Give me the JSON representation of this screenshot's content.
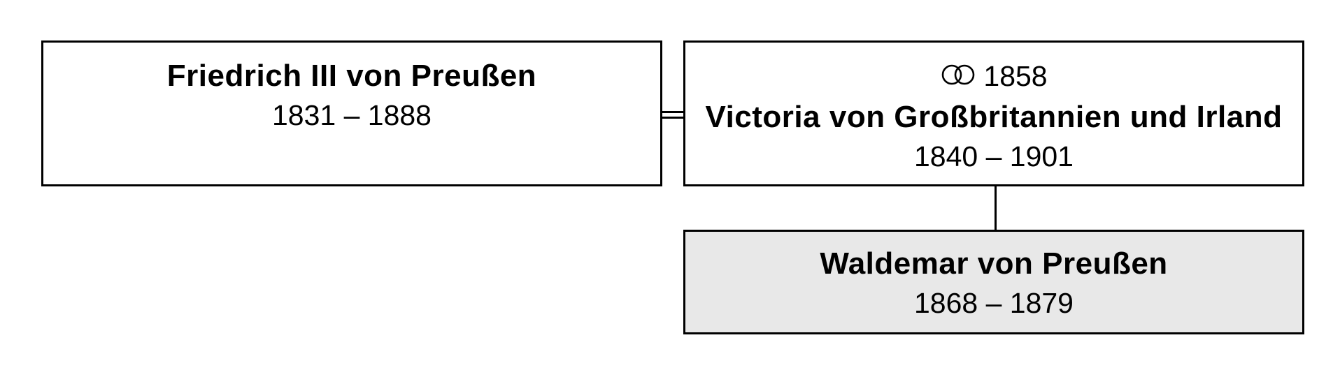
{
  "father": {
    "name": "Friedrich III von Preußen",
    "dates": "1831 – 1888"
  },
  "mother": {
    "marriage_year": "1858",
    "marriage_icon": "interlocking-rings-icon",
    "name": "Victoria von Großbritannien und Irland",
    "dates": "1840 – 1901"
  },
  "child": {
    "name": "Waldemar von Preußen",
    "dates": "1868 – 1879",
    "highlight_color": "#e8e8e8"
  },
  "colors": {
    "border": "#000000",
    "background": "#ffffff"
  }
}
